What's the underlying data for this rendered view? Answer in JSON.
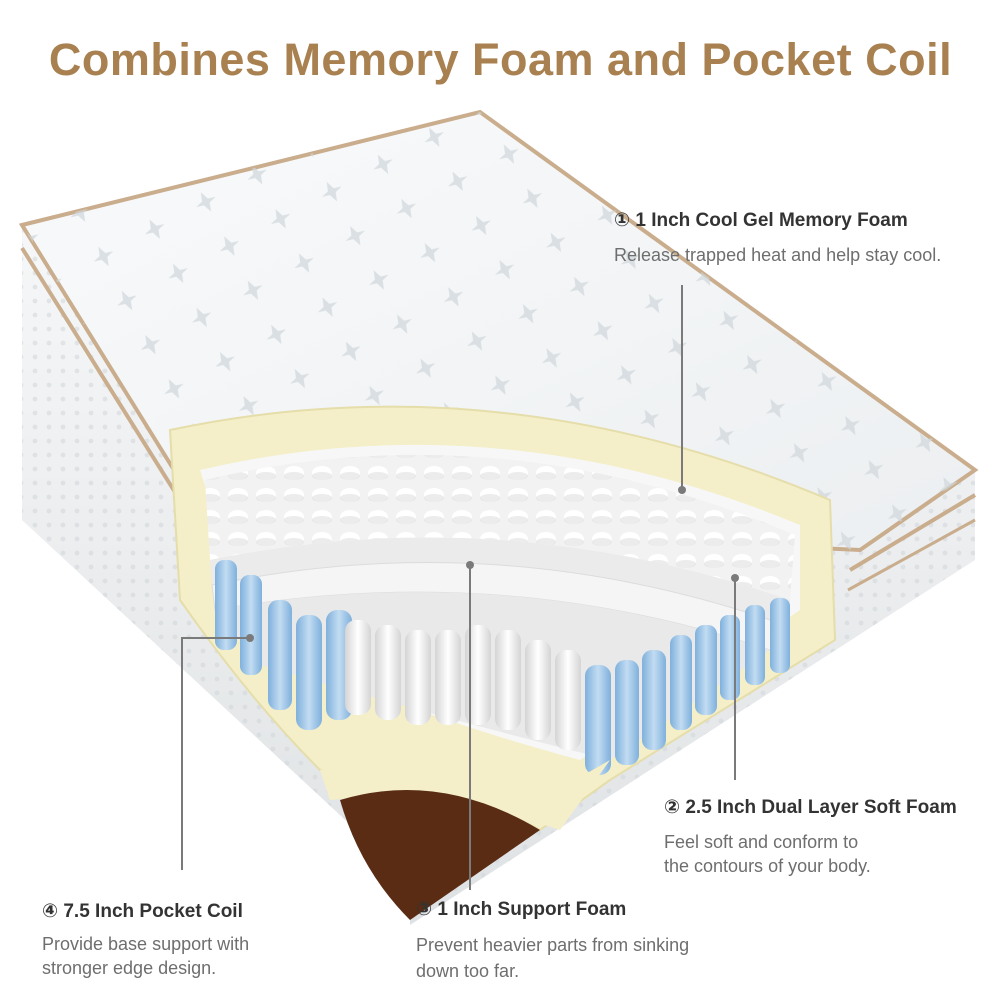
{
  "title": "Combines Memory Foam and Pocket Coil",
  "colors": {
    "title": "#a98151",
    "heading": "#333333",
    "description": "#6e6e6e",
    "leader_line": "#7a7a7a",
    "memory_foam": "#f4efc8",
    "pocket_coil_edge": "#9cc3e6",
    "pocket_coil_center": "#f3f3f3",
    "base": "#5a2c14",
    "cover": "#f1f3f4",
    "trim": "#c9ad8c"
  },
  "layers": [
    {
      "icon": "circled-one",
      "heading": "① 1 Inch Cool Gel Memory Foam",
      "description": [
        "Release trapped heat and help stay cool."
      ]
    },
    {
      "icon": "circled-two",
      "heading": "② 2.5 Inch Dual Layer Soft Foam",
      "description": [
        "Feel soft and conform to",
        "the contours of your body."
      ]
    },
    {
      "icon": "circled-three",
      "heading": "③ 1 Inch Support Foam",
      "description": [
        "Prevent heavier parts from sinking",
        "down too far."
      ]
    },
    {
      "icon": "circled-four",
      "heading": "④ 7.5 Inch Pocket Coil",
      "description": [
        "Provide base support with",
        "stronger edge design."
      ]
    }
  ]
}
